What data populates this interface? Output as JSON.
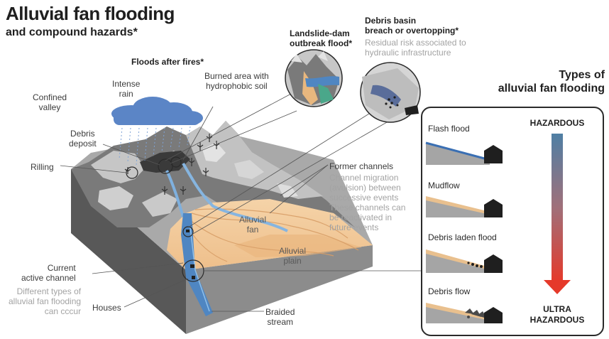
{
  "header": {
    "title": "Alluvial fan flooding",
    "subtitle": "and compound hazards*"
  },
  "labels": {
    "floods_after_fires": "Floods after fires*",
    "confined_valley": [
      "Confined",
      "valley"
    ],
    "intense_rain": [
      "Intense",
      "rain"
    ],
    "burned_area": [
      "Burned area with",
      "hydrophobic soil"
    ],
    "debris_deposit": [
      "Debris",
      "deposit"
    ],
    "rilling": "Rilling",
    "landslide_dam": [
      "Landslide-dam",
      "outbreak flood*"
    ],
    "debris_basin": [
      "Debris basin",
      "breach or overtopping*"
    ],
    "residual_risk": [
      "Residual risk associated to",
      "hydraulic infrastructure"
    ],
    "former_channels": "Former channels",
    "channel_migration": [
      "Channel migration",
      "(avulsion) between",
      "successive events",
      "These channels can",
      "be reactivated in",
      "future events"
    ],
    "alluvial_fan": [
      "Alluvial",
      "fan"
    ],
    "alluvial_plain": [
      "Alluvial",
      "plain"
    ],
    "current_channel": [
      "Current",
      "active channel"
    ],
    "different_types": [
      "Different types of",
      "alluvial fan flooding",
      "can cccur"
    ],
    "houses": "Houses",
    "braided_stream": [
      "Braided",
      "stream"
    ]
  },
  "types_panel": {
    "title": [
      "Types of",
      "alluvial fan flooding"
    ],
    "items": [
      "Flash flood",
      "Mudflow",
      "Debris laden flood",
      "Debris flow"
    ],
    "scale_top": "HAZARDOUS",
    "scale_bottom": [
      "ULTRA",
      "HAZARDOUS"
    ],
    "gradient_top_color": "#4f7fa4",
    "gradient_bottom_color": "#e5392a"
  },
  "colors": {
    "mountain_dark": "#6f6f6f",
    "mountain_light": "#bdbdbd",
    "fan_sand": "#f0c796",
    "water": "#4f86c2",
    "cloud": "#5b85c6",
    "house": "#1f1f1f"
  }
}
